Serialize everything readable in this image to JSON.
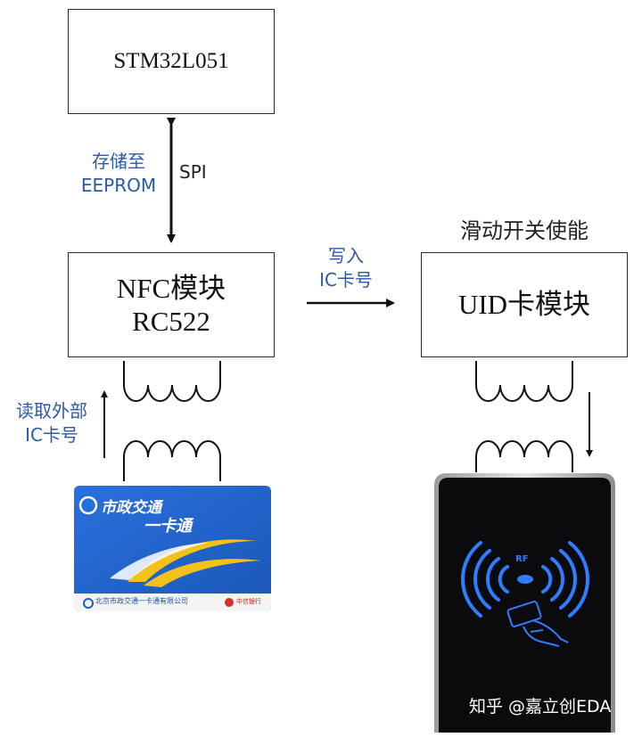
{
  "boxes": {
    "mcu": "STM32L051",
    "nfc_line1": "NFC模块",
    "nfc_line2": "RC522",
    "uid": "UID卡模块"
  },
  "labels": {
    "store_line1": "存储至",
    "store_line2": "EEPROM",
    "spi": "SPI",
    "write_line1": "写入",
    "write_line2": "IC卡号",
    "read_line1": "读取外部",
    "read_line2": "IC卡号",
    "slide_switch": "滑动开关使能"
  },
  "card": {
    "title": "市政交通",
    "subtitle": "一卡通",
    "company": "北京市政交通一卡通有限公司",
    "bank": "中信银行"
  },
  "reader": {
    "rf_label": "RF"
  },
  "watermark": "知乎 @嘉立创EDA",
  "colors": {
    "label_blue": "#2b5aa8",
    "card_blue": "#1f5fc9",
    "card_yellow": "#f2c21b",
    "reader_glow": "#2f7dff"
  }
}
